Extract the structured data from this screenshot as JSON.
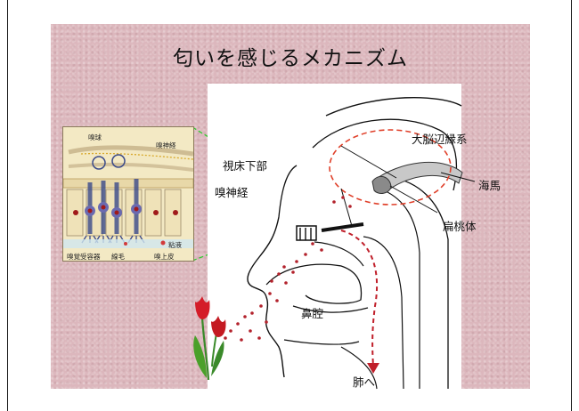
{
  "slide": {
    "title": "匂いを感じるメカニズム"
  },
  "diagram": {
    "labels": {
      "hypothalamus": "視床下部",
      "olfactory_nerve": "嗅神経",
      "limbic_system": "大脳辺縁系",
      "hippocampus": "海馬",
      "amygdala": "扁桃体",
      "nasal_cavity": "鼻腔",
      "to_lungs": "肺へ"
    },
    "inset_labels": {
      "olfactory_bulb": "嗅球",
      "olfactory_nerve": "嗅神経",
      "mucus": "粘液",
      "receptor_cells": "嗅覚受容器",
      "cilia": "線毛",
      "epithelium": "嗅上皮"
    }
  },
  "colors": {
    "slide_background": "#dcb7bd",
    "limbic_outline": "#e0402a",
    "odor_dots": "#b3222c",
    "airflow_arrow": "#c01f2a",
    "zoom_lines": "#2ecc2e",
    "amygdala_fill": "#8a8a8a",
    "hippocampus_fill": "#c8c8c8",
    "tulip": "#d41c28"
  }
}
